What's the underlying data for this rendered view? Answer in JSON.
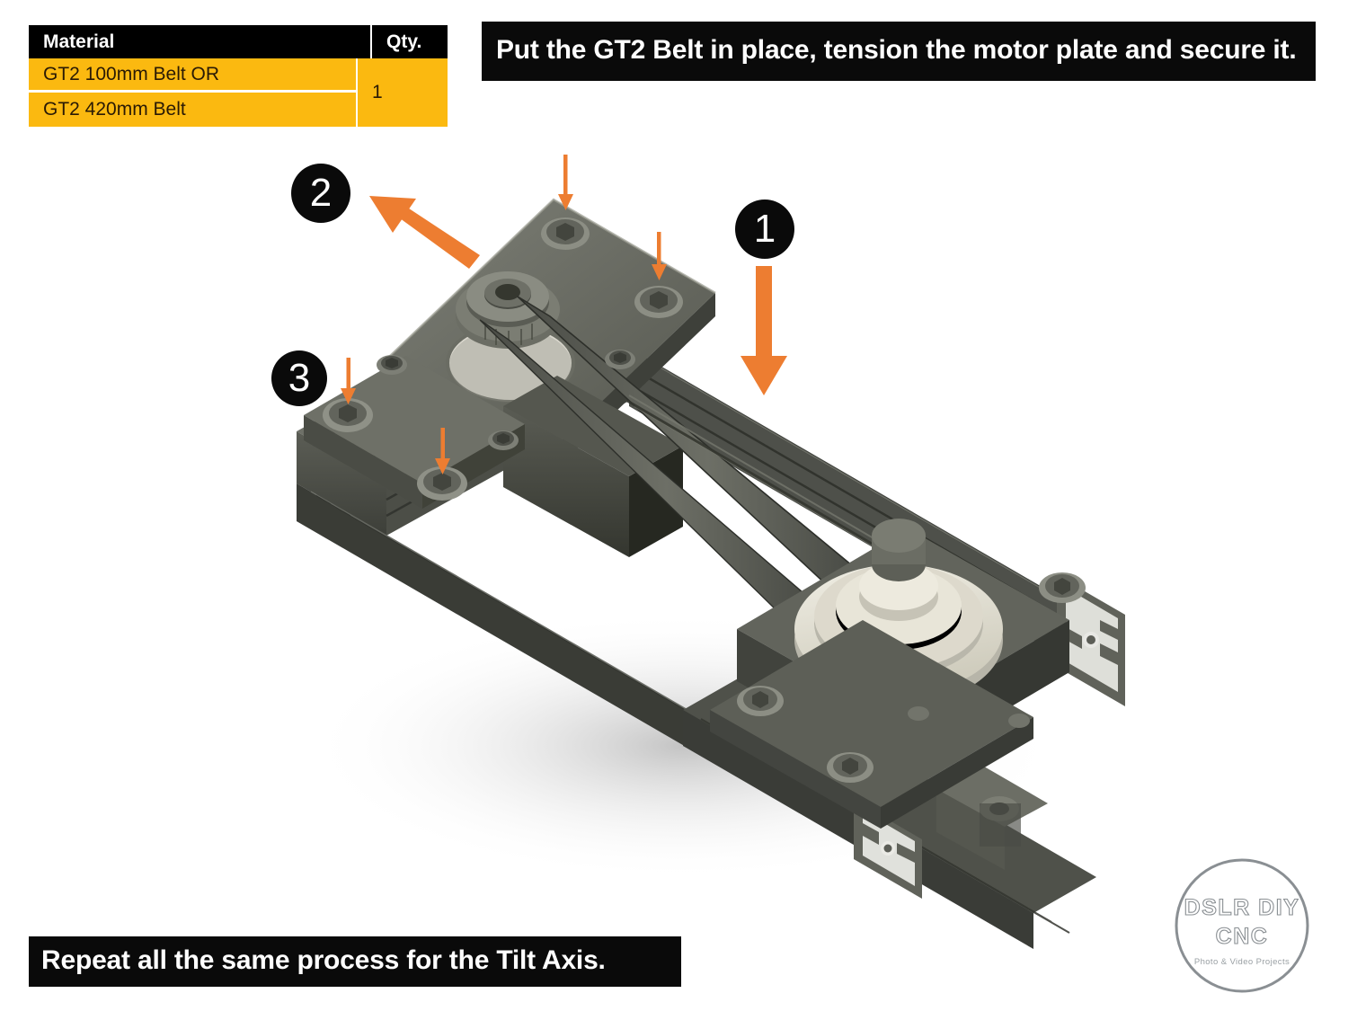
{
  "bom": {
    "headers": {
      "material": "Material",
      "qty": "Qty."
    },
    "rows": [
      {
        "material": "GT2 100mm Belt OR"
      },
      {
        "material": "GT2 420mm Belt"
      }
    ],
    "qty": "1"
  },
  "captions": {
    "top": "Put the GT2 Belt in place, tension the motor plate and secure it.",
    "bottom": "Repeat all the same process for the Tilt Axis."
  },
  "callouts": [
    {
      "id": "1",
      "label": "1",
      "arrow": "down-thick-arrow"
    },
    {
      "id": "2",
      "label": "2",
      "arrow": "diagonal-up-left-thick-arrow"
    },
    {
      "id": "3",
      "label": "3",
      "arrow": "down-thin-arrow"
    }
  ],
  "logo": {
    "line1": "DSLR DIY",
    "line2": "CNC",
    "tagline": "Photo & Video Projects"
  },
  "colors": {
    "accent_orange": "#ED7D31",
    "table_yellow": "#FBB910",
    "caption_black": "#0A0A0A",
    "metal_dark": "#4B4C48",
    "metal_mid": "#5E6059",
    "metal_light": "#83857C",
    "pulley_cream": "#E6E3D6",
    "logo_gray": "#8A8F93"
  },
  "illustration": {
    "name": "gt2-belt-pan-axis-assembly-3d-render",
    "parts": [
      "aluminum-extrusion-rail",
      "motor-mount-plate",
      "gt2-drive-pulley",
      "gt2-belt",
      "stepped-idler-pulley",
      "hex-socket-cap-screws"
    ]
  }
}
